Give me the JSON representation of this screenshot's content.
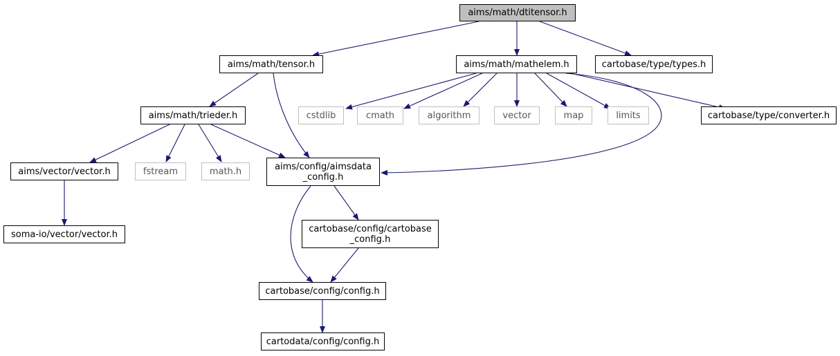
{
  "graph": {
    "colors": {
      "edge": "#191970",
      "root_fill": "#bfbfbf",
      "node_border": "#000000",
      "system_border": "#bfbfbf"
    },
    "nodes": {
      "dtitensor": {
        "label": "aims/math/dtitensor.h"
      },
      "tensor": {
        "label": "aims/math/tensor.h"
      },
      "mathelem": {
        "label": "aims/math/mathelem.h"
      },
      "types": {
        "label": "cartobase/type/types.h"
      },
      "trieder": {
        "label": "aims/math/trieder.h"
      },
      "cstdlib": {
        "label": "cstdlib"
      },
      "cmath": {
        "label": "cmath"
      },
      "algorithm": {
        "label": "algorithm"
      },
      "vector": {
        "label": "vector"
      },
      "map": {
        "label": "map"
      },
      "limits": {
        "label": "limits"
      },
      "converter": {
        "label": "cartobase/type/converter.h"
      },
      "aimsvector": {
        "label": "aims/vector/vector.h"
      },
      "fstream": {
        "label": "fstream"
      },
      "mathh": {
        "label": "math.h"
      },
      "aimsdata_config": {
        "label": "aims/config/aimsdata\n_config.h"
      },
      "somaio_vector": {
        "label": "soma-io/vector/vector.h"
      },
      "cartobase_config": {
        "label": "cartobase/config/cartobase\n_config.h"
      },
      "config": {
        "label": "cartobase/config/config.h"
      },
      "cartodata_config": {
        "label": "cartodata/config/config.h"
      }
    }
  }
}
